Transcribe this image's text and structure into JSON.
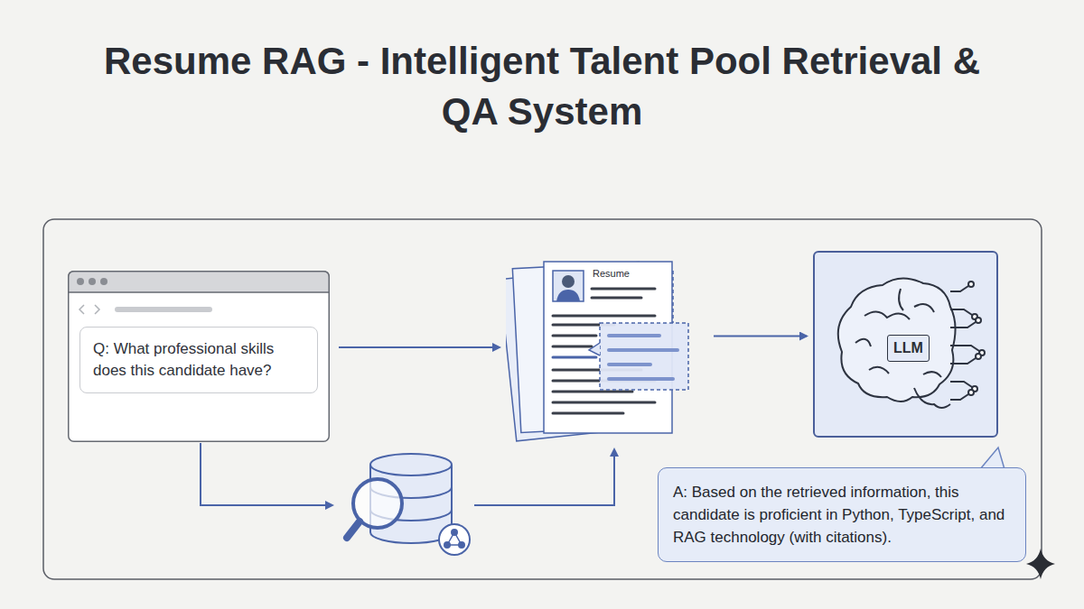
{
  "diagram": {
    "title": "Resume RAG - Intelligent Talent Pool Retrieval & QA System",
    "nodes": [
      {
        "text": [
          "Q: What professional skills does this candidate have?"
        ]
      },
      {
        "text": [
          "Resume"
        ]
      },
      {
        "text": [
          "LLM"
        ]
      },
      {
        "text": [
          "A: Based on the retrieved information, this candidate is proficient in Python, TypeScript, and RAG technology (with citations)."
        ]
      }
    ],
    "edges": [
      {
        "from": 0,
        "to": 1,
        "arrow": "to"
      },
      {
        "from": 1,
        "to": 2,
        "arrow": "to"
      }
    ]
  }
}
